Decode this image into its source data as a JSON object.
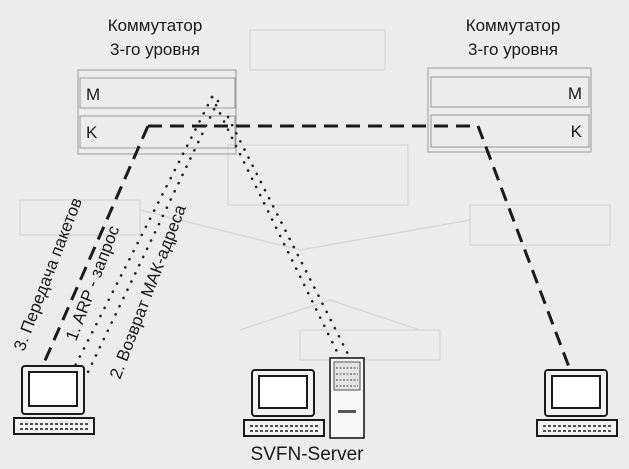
{
  "switches": {
    "left": {
      "title_line1": "Коммутатор",
      "title_line2": "3-го уровня",
      "row_top": "M",
      "row_bottom": "K"
    },
    "right": {
      "title_line1": "Коммутатор",
      "title_line2": "3-го уровня",
      "row_top": "M",
      "row_bottom": "K"
    }
  },
  "steps": {
    "step1": "1. ARP - запрос",
    "step2": "2. Возврат МАК-адреса",
    "step3": "3. Передача пакетов"
  },
  "server": {
    "label": "SVFN-Server"
  },
  "icons": {
    "left_pc": "computer-icon",
    "center_pc": "computer-icon",
    "right_pc": "computer-icon",
    "server": "server-tower-icon"
  },
  "colors": {
    "background": "#ececec",
    "ink": "#1a1a1a",
    "frame": "#9a9a9a"
  }
}
